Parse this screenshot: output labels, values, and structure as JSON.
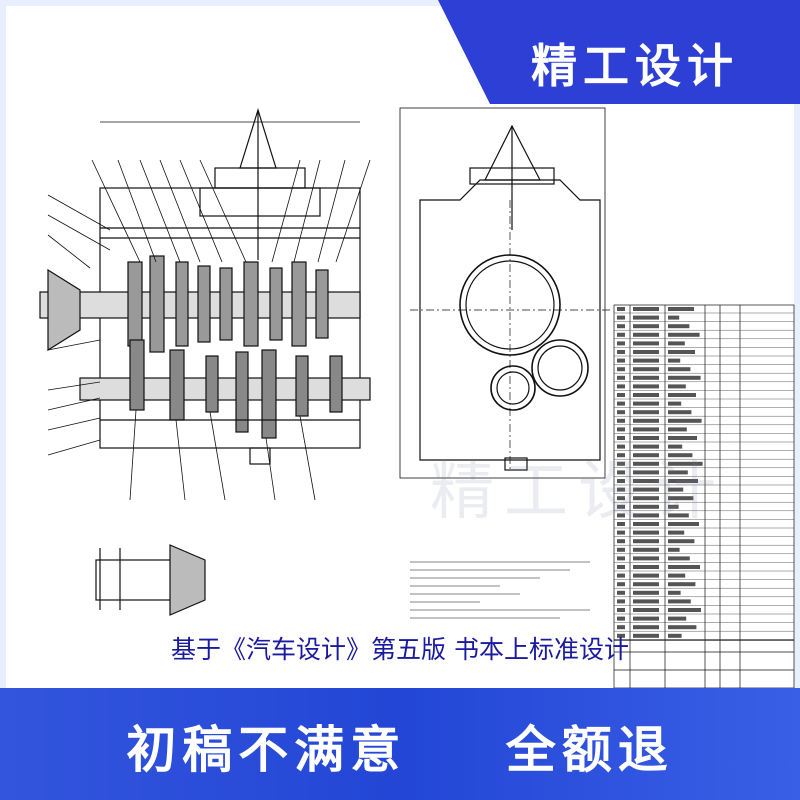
{
  "badge": {
    "text": "精工设计",
    "color": "#2d3fd4"
  },
  "caption": {
    "text": "基于《汽车设计》第五版 书本上标准设计"
  },
  "promise": {
    "left": "初稿不满意",
    "right": "全额退"
  },
  "watermark": {
    "text": "精工设计"
  },
  "colors": {
    "banner": "#2346d6",
    "badge_bg": "#2d3fd4",
    "caption": "#1a1aa0",
    "frame": "#e8f0ff"
  }
}
